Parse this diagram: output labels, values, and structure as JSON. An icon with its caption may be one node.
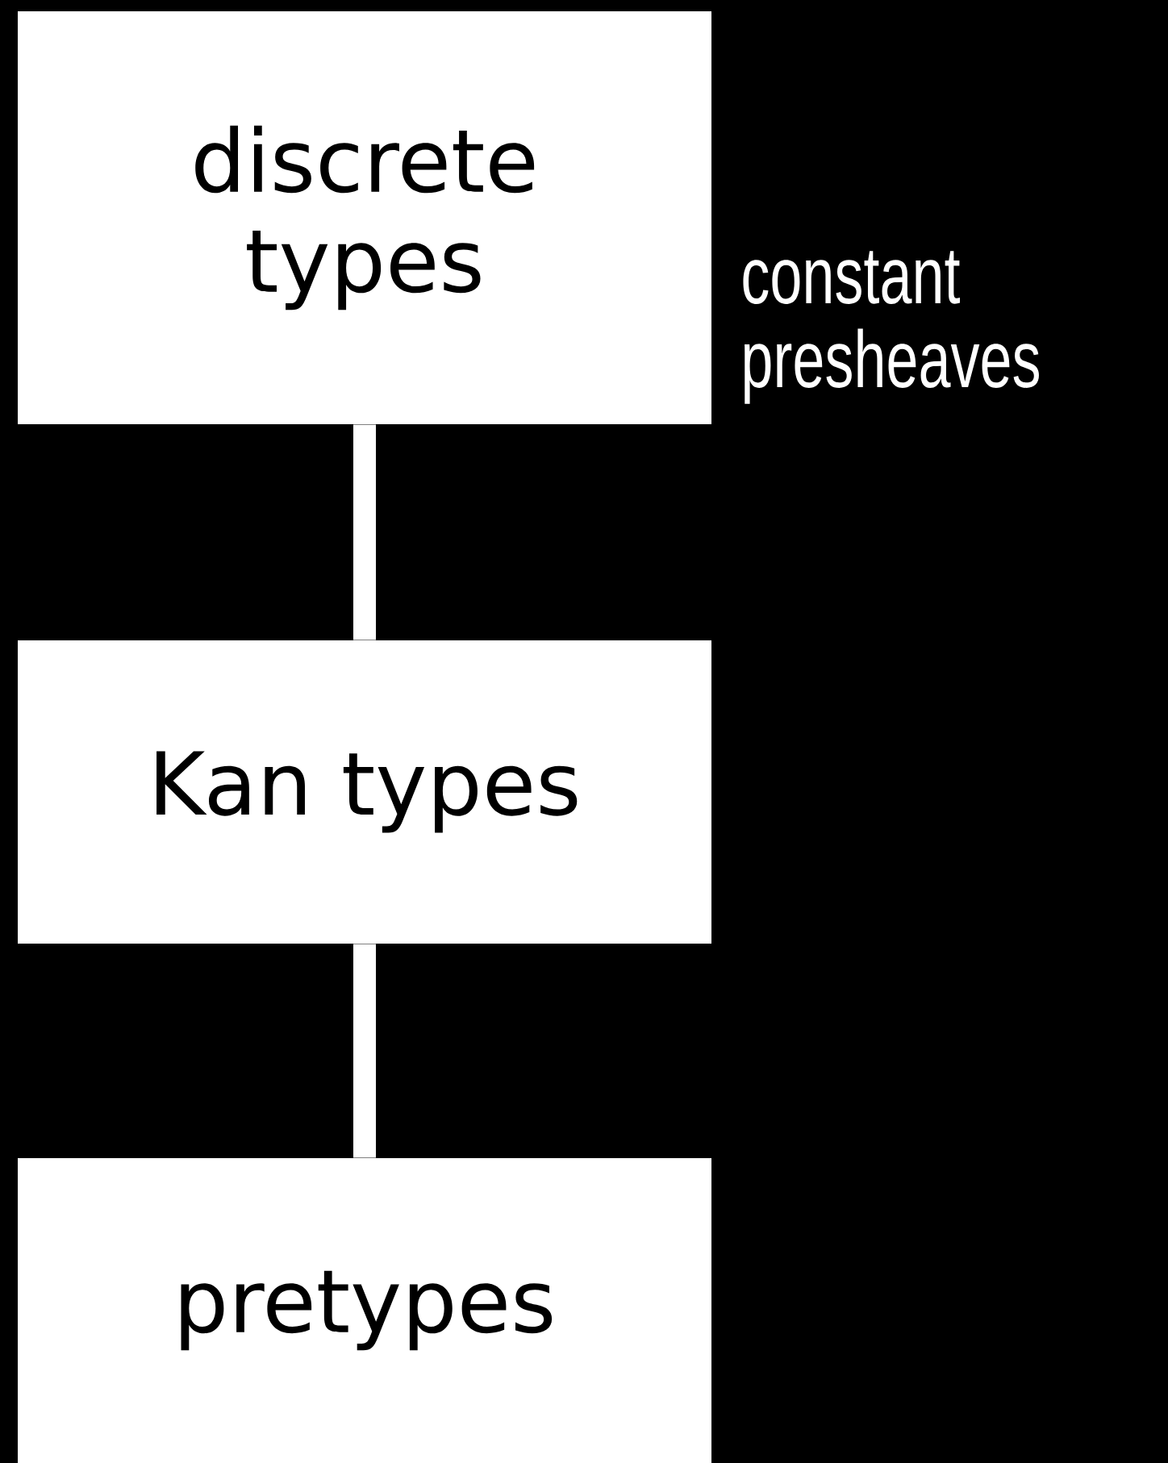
{
  "diagram": {
    "nodes": [
      {
        "text": [
          "discrete types"
        ],
        "beside": [
          "constant presheaves"
        ]
      },
      {
        "text": [
          "Kan types"
        ]
      },
      {
        "text": [
          "pretypes"
        ]
      }
    ],
    "edges": [
      {
        "from": 0,
        "to": 1,
        "arrow": "none"
      },
      {
        "from": 1,
        "to": 2,
        "arrow": "none"
      }
    ]
  }
}
